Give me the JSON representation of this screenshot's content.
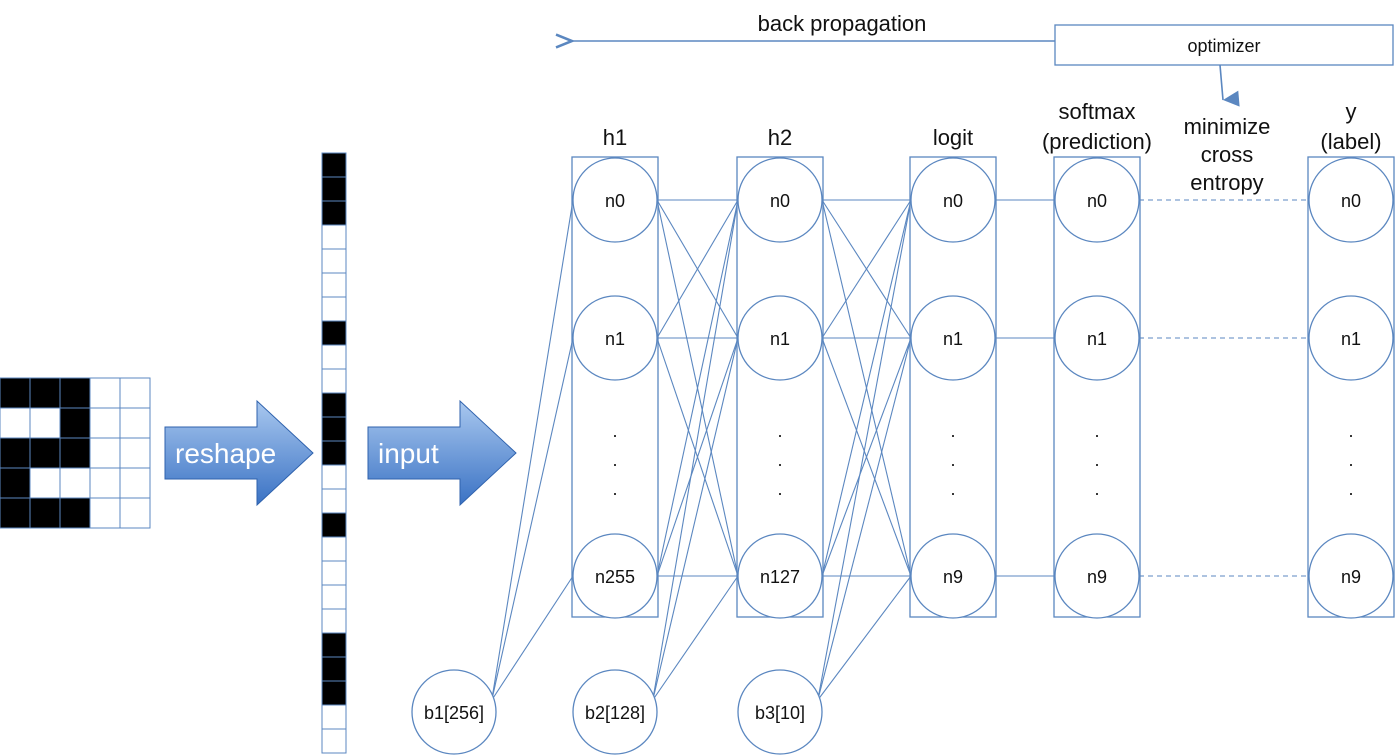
{
  "title_back_propagation": "back propagation",
  "optimizer_label": "optimizer",
  "reshape_label": "reshape",
  "input_label": "input",
  "columns": [
    {
      "key": "h1",
      "title_lines": [
        "h1"
      ],
      "nodes": [
        "n0",
        "n1",
        "n255"
      ]
    },
    {
      "key": "h2",
      "title_lines": [
        "h2"
      ],
      "nodes": [
        "n0",
        "n1",
        "n127"
      ]
    },
    {
      "key": "logit",
      "title_lines": [
        "logit"
      ],
      "nodes": [
        "n0",
        "n1",
        "n9"
      ]
    },
    {
      "key": "softmax",
      "title_lines": [
        "softmax",
        "(prediction)"
      ],
      "nodes": [
        "n0",
        "n1",
        "n9"
      ]
    },
    {
      "key": "label",
      "title_lines": [
        "y",
        "(label)"
      ],
      "nodes": [
        "n0",
        "n1",
        "n9"
      ]
    }
  ],
  "loss_lines": [
    "minimize",
    "cross",
    "entropy"
  ],
  "ellipsis": ".",
  "biases": [
    "b1[256]",
    "b2[128]",
    "b3[10]"
  ],
  "colors": {
    "line": "#5b87c0",
    "arrow_fill_top": "#a9c8ef",
    "arrow_fill_bottom": "#3a72c4",
    "pixel_on": "#000000",
    "pixel_off": "#ffffff"
  },
  "input_image_rows": [
    [
      1,
      1,
      1,
      0,
      0
    ],
    [
      0,
      0,
      1,
      0,
      0
    ],
    [
      1,
      1,
      1,
      0,
      0
    ],
    [
      1,
      0,
      0,
      0,
      0
    ],
    [
      1,
      1,
      1,
      0,
      0
    ]
  ],
  "flattened_vector": [
    1,
    1,
    1,
    0,
    0,
    0,
    0,
    1,
    0,
    0,
    1,
    1,
    1,
    0,
    0,
    1,
    0,
    0,
    0,
    0,
    1,
    1,
    1,
    0,
    0
  ]
}
